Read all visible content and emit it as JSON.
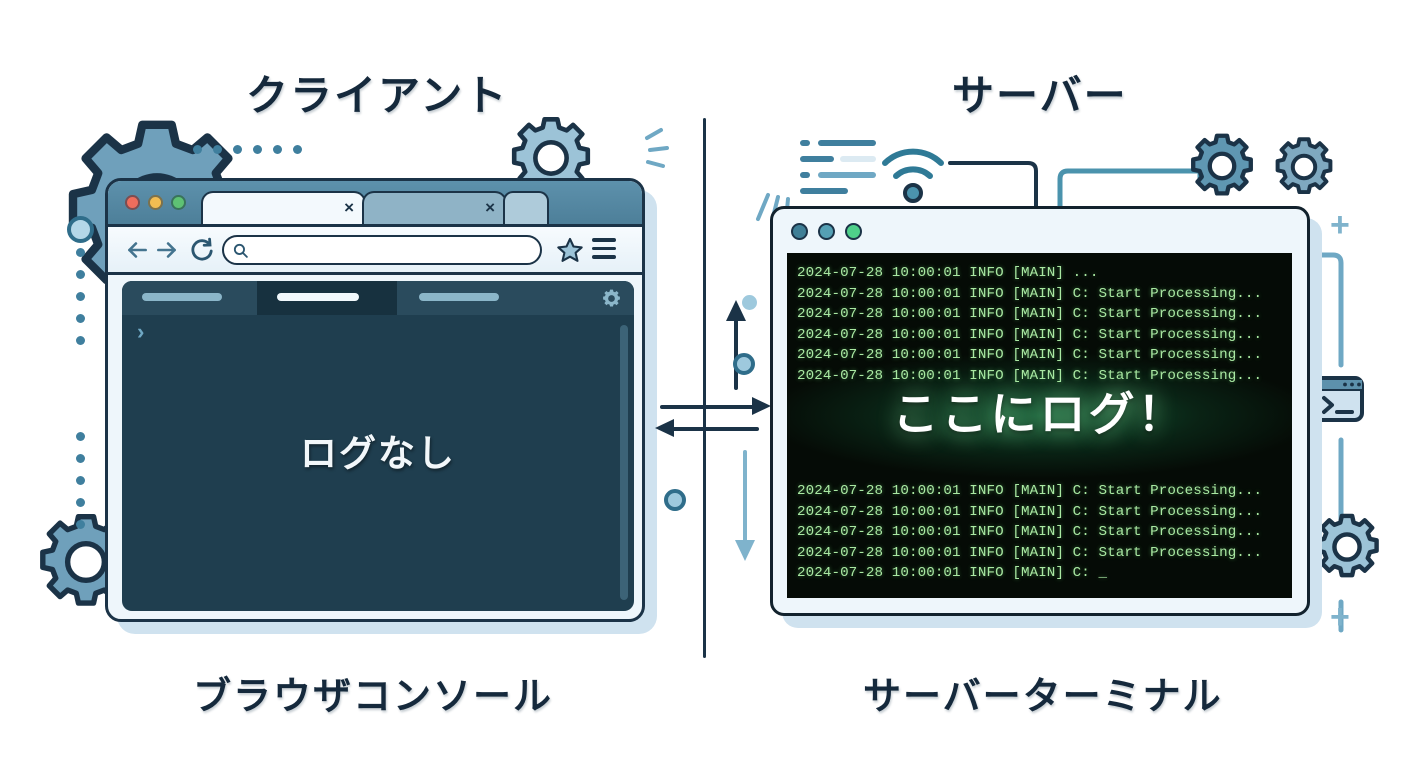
{
  "labels": {
    "client_title": "クライアント",
    "server_title": "サーバー",
    "client_caption": "ブラウザコンソール",
    "server_caption": "サーバーターミナル"
  },
  "browser": {
    "traffic_lights": [
      "red",
      "yellow",
      "green"
    ],
    "tabs": [
      {
        "name": "tab-1",
        "close": "×"
      },
      {
        "name": "tab-2",
        "close": "×"
      },
      {
        "name": "tab-3",
        "close": ""
      }
    ],
    "nav": {
      "back_icon": "arrow-left-icon",
      "forward_icon": "arrow-right-icon",
      "reload_icon": "reload-icon",
      "bookmark_icon": "star-icon",
      "menu_icon": "hamburger-menu-icon"
    },
    "urlbar": {
      "search_icon": "search-icon",
      "value": "",
      "placeholder": ""
    },
    "devtools": {
      "gear_icon": "gear-icon",
      "prompt": "›",
      "empty_message": "ログなし"
    }
  },
  "terminal": {
    "traffic_lights": [
      "teal",
      "blue",
      "green"
    ],
    "headline": "ここにログ！",
    "log_top": [
      "2024-07-28 10:00:01 INFO [MAIN] ...",
      "2024-07-28 10:00:01 INFO [MAIN] C: Start Processing...",
      "2024-07-28 10:00:01 INFO [MAIN] C: Start Processing...",
      "2024-07-28 10:00:01 INFO [MAIN] C: Start Processing...",
      "2024-07-28 10:00:01 INFO [MAIN] C: Start Processing...",
      "2024-07-28 10:00:01 INFO [MAIN] C: Start Processing..."
    ],
    "log_bottom": [
      "2024-07-28 10:00:01 INFO [MAIN] C: Start Processing...",
      "2024-07-28 10:00:01 INFO [MAIN] C: Start Processing...",
      "2024-07-28 10:00:01 INFO [MAIN] C: Start Processing...",
      "2024-07-28 10:00:01 INFO [MAIN] C: Start Processing...",
      "2024-07-28 10:00:01 INFO [MAIN] C: _"
    ]
  },
  "decorations": {
    "gears": [
      "gear-icon",
      "gear-icon",
      "gear-icon",
      "gear-icon",
      "gear-icon"
    ],
    "wifi_icon": "wifi-icon",
    "log_lines_icon": "log-lines-icon",
    "terminal_mini_icon": "terminal-icon",
    "plus_signs": [
      "+",
      "+"
    ],
    "arrows": [
      "arrow-up",
      "arrow-down",
      "arrow-right",
      "arrow-left"
    ]
  },
  "colors": {
    "background": "#ffffff",
    "ink": "#15293c",
    "steel_blue": "#5d91ac",
    "light_blue": "#7fb3cc",
    "console_bg": "#1f3e4f",
    "terminal_bg": "#050b06",
    "terminal_text": "#a9e8a2",
    "glow_green": "#22965a"
  }
}
